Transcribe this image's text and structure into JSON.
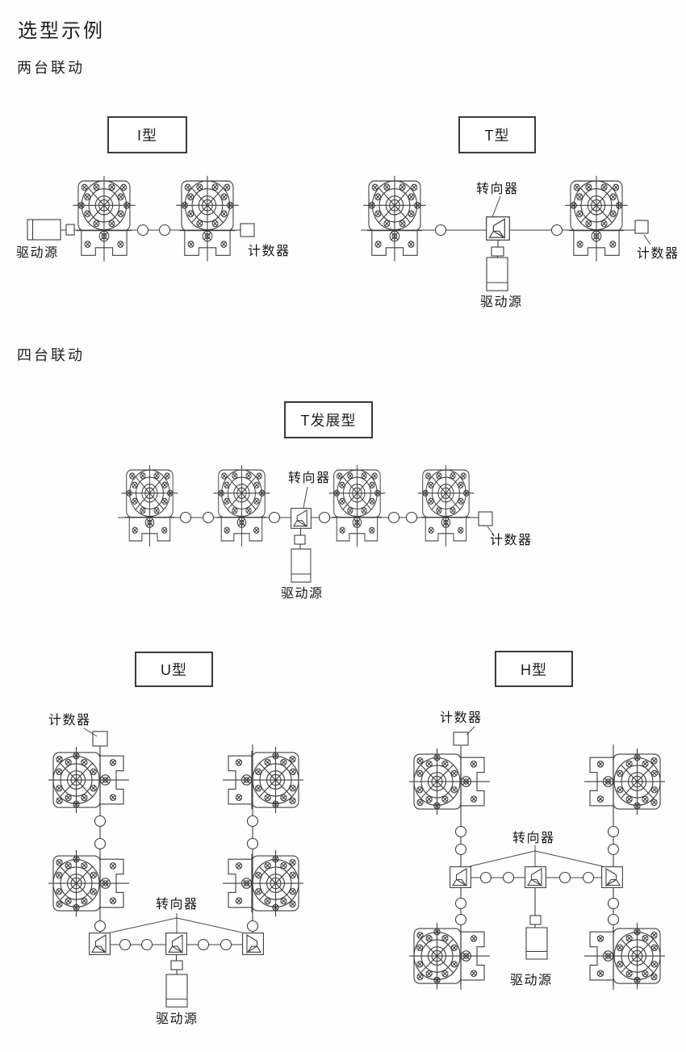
{
  "page_title": "选型示例",
  "sections": {
    "two_unit": "两台联动",
    "four_unit": "四台联动"
  },
  "type_labels": {
    "i": "I型",
    "t": "T型",
    "t_extended": "T发展型",
    "u": "U型",
    "h": "H型"
  },
  "part_labels": {
    "drive_source": "驱动源",
    "counter": "计数器",
    "diverter": "转向器"
  },
  "diagram_notes": {
    "line_color": "#3e3e3e",
    "background": "#fefefe"
  }
}
